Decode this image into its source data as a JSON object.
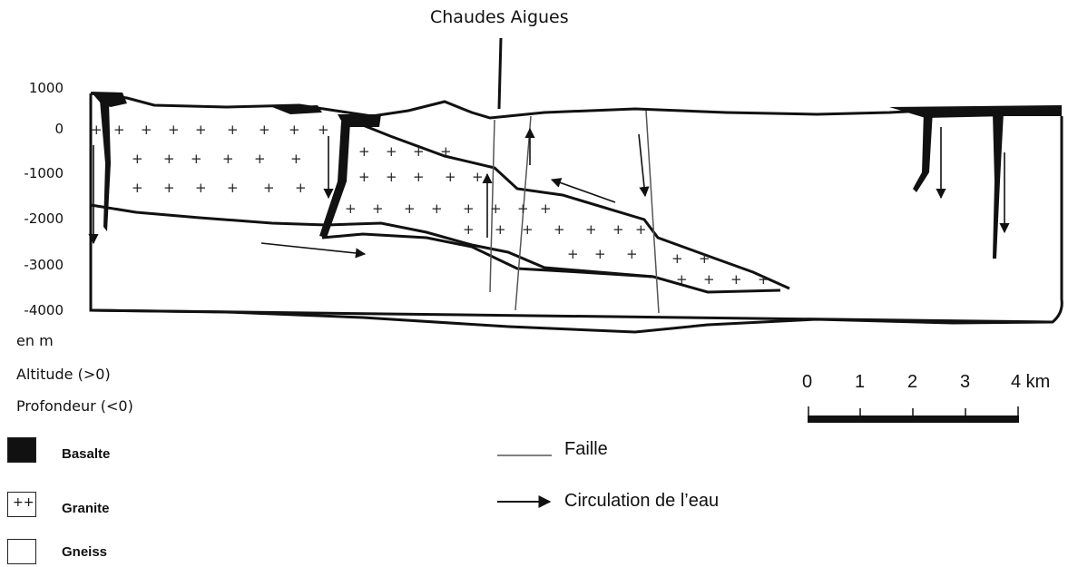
{
  "title": "Chaudes Aigues",
  "y_axis": {
    "ticks": [
      "1000",
      "0",
      "-1000",
      "-2000",
      "-3000",
      "-4000"
    ],
    "unit": "en m",
    "note_altitude": "Altitude  (>0)",
    "note_depth": "Profondeur (<0)"
  },
  "scale_bar": {
    "ticks": [
      "0",
      "1",
      "2",
      "3"
    ],
    "last_tick": "4 km"
  },
  "legend_left": [
    {
      "name": "Basalte",
      "swatch": "solid-black"
    },
    {
      "name": "Granite",
      "swatch": "plus-pattern",
      "symbol": "++"
    },
    {
      "name": "Gneiss",
      "swatch": "empty"
    }
  ],
  "legend_right": [
    {
      "name": "Faille",
      "symbol": "thin-line"
    },
    {
      "name": "Circulation de l’eau",
      "symbol": "arrow"
    }
  ],
  "colors": {
    "ink": "#111111",
    "fault": "#555555",
    "background": "#ffffff"
  }
}
